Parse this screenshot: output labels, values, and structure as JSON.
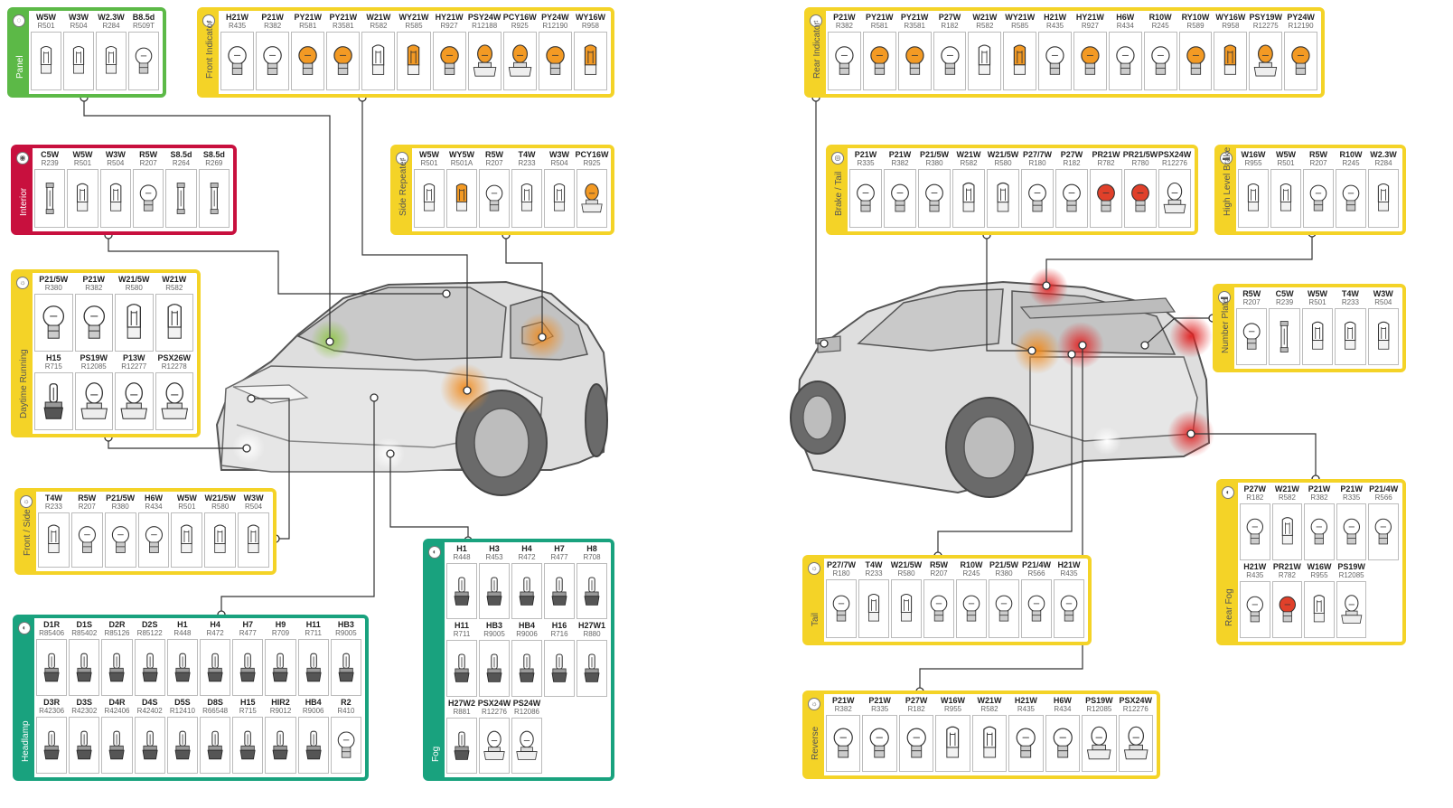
{
  "panels": {
    "panel": {
      "label": "Panel",
      "bulbs": [
        {
          "name": "W5W",
          "ref": "R501"
        },
        {
          "name": "W3W",
          "ref": "R504"
        },
        {
          "name": "W2.3W",
          "ref": "R284"
        },
        {
          "name": "B8.5d",
          "ref": "R509T"
        }
      ]
    },
    "front_indicator": {
      "label": "Front Indicator",
      "bulbs": [
        {
          "name": "H21W",
          "ref": "R435"
        },
        {
          "name": "P21W",
          "ref": "R382"
        },
        {
          "name": "PY21W",
          "ref": "R581"
        },
        {
          "name": "PY21W",
          "ref": "R3581"
        },
        {
          "name": "W21W",
          "ref": "R582"
        },
        {
          "name": "WY21W",
          "ref": "R585"
        },
        {
          "name": "HY21W",
          "ref": "R927"
        },
        {
          "name": "PSY24W",
          "ref": "R12188"
        },
        {
          "name": "PCY16W",
          "ref": "R925"
        },
        {
          "name": "PY24W",
          "ref": "R12190"
        },
        {
          "name": "WY16W",
          "ref": "R958"
        }
      ]
    },
    "interior": {
      "label": "Interior",
      "bulbs": [
        {
          "name": "C5W",
          "ref": "R239"
        },
        {
          "name": "W5W",
          "ref": "R501"
        },
        {
          "name": "W3W",
          "ref": "R504"
        },
        {
          "name": "R5W",
          "ref": "R207"
        },
        {
          "name": "S8.5d",
          "ref": "R264"
        },
        {
          "name": "S8.5d",
          "ref": "R269"
        }
      ]
    },
    "side_repeater": {
      "label": "Side Repeater",
      "bulbs": [
        {
          "name": "W5W",
          "ref": "R501"
        },
        {
          "name": "WY5W",
          "ref": "R501A"
        },
        {
          "name": "R5W",
          "ref": "R207"
        },
        {
          "name": "T4W",
          "ref": "R233"
        },
        {
          "name": "W3W",
          "ref": "R504"
        },
        {
          "name": "PCY16W",
          "ref": "R925"
        }
      ]
    },
    "daytime_running": {
      "label": "Daytime Running",
      "bulbs": [
        {
          "name": "P21/5W",
          "ref": "R380"
        },
        {
          "name": "P21W",
          "ref": "R382"
        },
        {
          "name": "W21/5W",
          "ref": "R580"
        },
        {
          "name": "W21W",
          "ref": "R582"
        },
        {
          "name": "H15",
          "ref": "R715"
        },
        {
          "name": "PS19W",
          "ref": "R12085"
        },
        {
          "name": "P13W",
          "ref": "R12277"
        },
        {
          "name": "PSX26W",
          "ref": "R12278"
        }
      ]
    },
    "front_side": {
      "label": "Front / Side",
      "bulbs": [
        {
          "name": "T4W",
          "ref": "R233"
        },
        {
          "name": "R5W",
          "ref": "R207"
        },
        {
          "name": "P21/5W",
          "ref": "R380"
        },
        {
          "name": "H6W",
          "ref": "R434"
        },
        {
          "name": "W5W",
          "ref": "R501"
        },
        {
          "name": "W21/5W",
          "ref": "R580"
        },
        {
          "name": "W3W",
          "ref": "R504"
        }
      ]
    },
    "headlamp": {
      "label": "Headlamp",
      "bulbs": [
        {
          "name": "D1R",
          "ref": "R85406"
        },
        {
          "name": "D1S",
          "ref": "R85402"
        },
        {
          "name": "D2R",
          "ref": "R85126"
        },
        {
          "name": "D2S",
          "ref": "R85122"
        },
        {
          "name": "H1",
          "ref": "R448"
        },
        {
          "name": "H4",
          "ref": "R472"
        },
        {
          "name": "H7",
          "ref": "R477"
        },
        {
          "name": "H9",
          "ref": "R709"
        },
        {
          "name": "H11",
          "ref": "R711"
        },
        {
          "name": "HB3",
          "ref": "R9005"
        },
        {
          "name": "D3R",
          "ref": "R42306"
        },
        {
          "name": "D3S",
          "ref": "R42302"
        },
        {
          "name": "D4R",
          "ref": "R42406"
        },
        {
          "name": "D4S",
          "ref": "R42402"
        },
        {
          "name": "D5S",
          "ref": "R12410"
        },
        {
          "name": "D8S",
          "ref": "R66548"
        },
        {
          "name": "H15",
          "ref": "R715"
        },
        {
          "name": "HIR2",
          "ref": "R9012"
        },
        {
          "name": "HB4",
          "ref": "R9006"
        },
        {
          "name": "R2",
          "ref": "R410"
        }
      ]
    },
    "fog": {
      "label": "Fog",
      "bulbs": [
        {
          "name": "H1",
          "ref": "R448"
        },
        {
          "name": "H3",
          "ref": "R453"
        },
        {
          "name": "H4",
          "ref": "R472"
        },
        {
          "name": "H7",
          "ref": "R477"
        },
        {
          "name": "H8",
          "ref": "R708"
        },
        {
          "name": "H11",
          "ref": "R711"
        },
        {
          "name": "HB3",
          "ref": "R9005"
        },
        {
          "name": "HB4",
          "ref": "R9006"
        },
        {
          "name": "H16",
          "ref": "R716"
        },
        {
          "name": "H27W1",
          "ref": "R880"
        },
        {
          "name": "H27W2",
          "ref": "R881"
        },
        {
          "name": "PSX24W",
          "ref": "R12276"
        },
        {
          "name": "PS24W",
          "ref": "R12086"
        }
      ]
    },
    "rear_indicator": {
      "label": "Rear Indicator",
      "bulbs": [
        {
          "name": "P21W",
          "ref": "R382"
        },
        {
          "name": "PY21W",
          "ref": "R581"
        },
        {
          "name": "PY21W",
          "ref": "R3581"
        },
        {
          "name": "P27W",
          "ref": "R182"
        },
        {
          "name": "W21W",
          "ref": "R582"
        },
        {
          "name": "WY21W",
          "ref": "R585"
        },
        {
          "name": "H21W",
          "ref": "R435"
        },
        {
          "name": "HY21W",
          "ref": "R927"
        },
        {
          "name": "H6W",
          "ref": "R434"
        },
        {
          "name": "R10W",
          "ref": "R245"
        },
        {
          "name": "RY10W",
          "ref": "R589"
        },
        {
          "name": "WY16W",
          "ref": "R958"
        },
        {
          "name": "PSY19W",
          "ref": "R12275"
        },
        {
          "name": "PY24W",
          "ref": "R12190"
        }
      ]
    },
    "brake_tail": {
      "label": "Brake / Tail",
      "bulbs": [
        {
          "name": "P21W",
          "ref": "R335"
        },
        {
          "name": "P21W",
          "ref": "R382"
        },
        {
          "name": "P21/5W",
          "ref": "R380"
        },
        {
          "name": "W21W",
          "ref": "R582"
        },
        {
          "name": "W21/5W",
          "ref": "R580"
        },
        {
          "name": "P27/7W",
          "ref": "R180"
        },
        {
          "name": "P27W",
          "ref": "R182"
        },
        {
          "name": "PR21W",
          "ref": "R782"
        },
        {
          "name": "PR21/5W",
          "ref": "R780"
        },
        {
          "name": "PSX24W",
          "ref": "R12276"
        }
      ]
    },
    "high_level_brake": {
      "label": "High Level Brake",
      "bulbs": [
        {
          "name": "W16W",
          "ref": "R955"
        },
        {
          "name": "W5W",
          "ref": "R501"
        },
        {
          "name": "R5W",
          "ref": "R207"
        },
        {
          "name": "R10W",
          "ref": "R245"
        },
        {
          "name": "W2.3W",
          "ref": "R284"
        }
      ]
    },
    "number_plate": {
      "label": "Number Plate",
      "bulbs": [
        {
          "name": "R5W",
          "ref": "R207"
        },
        {
          "name": "C5W",
          "ref": "R239"
        },
        {
          "name": "W5W",
          "ref": "R501"
        },
        {
          "name": "T4W",
          "ref": "R233"
        },
        {
          "name": "W3W",
          "ref": "R504"
        }
      ]
    },
    "rear_fog": {
      "label": "Rear Fog",
      "bulbs": [
        {
          "name": "P27W",
          "ref": "R182"
        },
        {
          "name": "W21W",
          "ref": "R582"
        },
        {
          "name": "P21W",
          "ref": "R382"
        },
        {
          "name": "P21W",
          "ref": "R335"
        },
        {
          "name": "P21/4W",
          "ref": "R566"
        },
        {
          "name": "H21W",
          "ref": "R435"
        },
        {
          "name": "PR21W",
          "ref": "R782"
        },
        {
          "name": "W16W",
          "ref": "R955"
        },
        {
          "name": "PS19W",
          "ref": "R12085"
        }
      ]
    },
    "tail": {
      "label": "Tail",
      "bulbs": [
        {
          "name": "P27/7W",
          "ref": "R180"
        },
        {
          "name": "T4W",
          "ref": "R233"
        },
        {
          "name": "W21/5W",
          "ref": "R580"
        },
        {
          "name": "R5W",
          "ref": "R207"
        },
        {
          "name": "R10W",
          "ref": "R245"
        },
        {
          "name": "P21/5W",
          "ref": "R380"
        },
        {
          "name": "P21/4W",
          "ref": "R566"
        },
        {
          "name": "H21W",
          "ref": "R435"
        }
      ]
    },
    "reverse": {
      "label": "Reverse",
      "bulbs": [
        {
          "name": "P21W",
          "ref": "R382"
        },
        {
          "name": "P21W",
          "ref": "R335"
        },
        {
          "name": "P27W",
          "ref": "R182"
        },
        {
          "name": "W16W",
          "ref": "R955"
        },
        {
          "name": "W21W",
          "ref": "R582"
        },
        {
          "name": "H21W",
          "ref": "R435"
        },
        {
          "name": "H6W",
          "ref": "R434"
        },
        {
          "name": "PS19W",
          "ref": "R12085"
        },
        {
          "name": "PSX24W",
          "ref": "R12276"
        }
      ]
    }
  },
  "colors": {
    "yellow_border": "#f4d327",
    "green_border": "#5cb947",
    "red_border": "#c8103e",
    "teal_border": "#19a27e",
    "amber_glass": "#f39a24",
    "red_glass": "#e0402a",
    "car_body": "#dcdcdc",
    "connector": "#333333"
  }
}
